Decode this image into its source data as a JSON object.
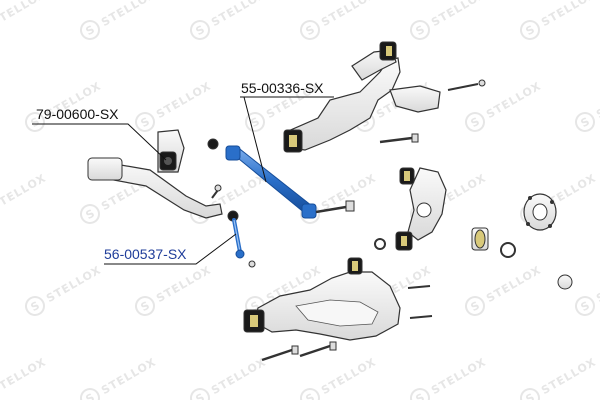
{
  "watermark": {
    "text": "STELLOX",
    "mark": "S"
  },
  "callouts": [
    {
      "id": "part-79-00600",
      "label": "79-00600-SX",
      "highlight": false
    },
    {
      "id": "part-55-00336",
      "label": "55-00336-SX",
      "highlight": false
    },
    {
      "id": "part-56-00537",
      "label": "56-00537-SX",
      "highlight": true
    }
  ],
  "colors": {
    "part_outline": "#333333",
    "part_fill": "#f2f2f2",
    "highlight_blue": "#2a6fc9",
    "bushing_black": "#1a1a1a",
    "bushing_yellow": "#d8c97a",
    "callout_text": "#111111",
    "callout_highlight_text": "#1f3d9a",
    "watermark": "#e6e6e6"
  }
}
